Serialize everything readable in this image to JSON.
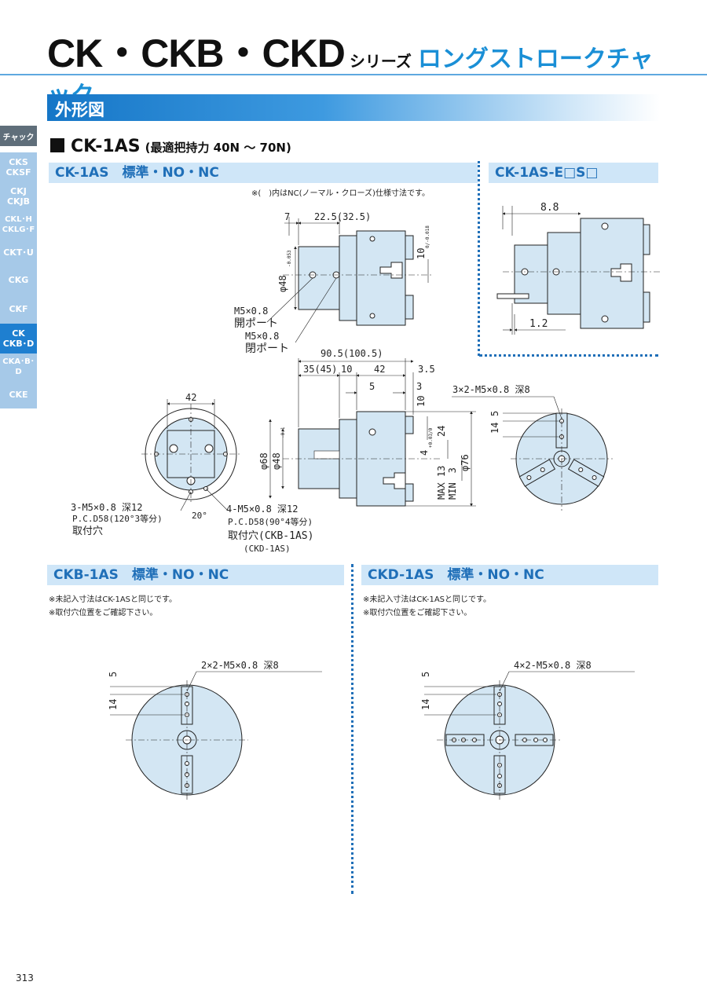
{
  "header": {
    "series": "CK・CKB・CKD",
    "series_suffix": "シリーズ",
    "product": "ロングストロークチャック"
  },
  "section_title": "外形図",
  "side_tabs": [
    "チャック",
    "CKS CKSF",
    "CKJ CKJB",
    "CKL･H CKLG･F",
    "CKT･U",
    "CKG",
    "CKF",
    "CK CKB･D",
    "CKA･B･D",
    "CKE"
  ],
  "model": {
    "name": "CK-1AS",
    "spec": "(最適把持力 40N ～ 70N)"
  },
  "blocks": {
    "ck1as": {
      "title": "CK-1AS　標準・NO・NC",
      "note": "※(　)内はNC(ノーマル・クローズ)仕様寸法です。"
    },
    "ck1ase": {
      "title": "CK-1AS-E□S□"
    },
    "ckb": {
      "title": "CKB-1AS　標準・NO・NC",
      "note1": "※未記入寸法はCK-1ASと同じです。",
      "note2": "※取付穴位置をご確認下さい。"
    },
    "ckd": {
      "title": "CKD-1AS　標準・NO・NC",
      "note1": "※未記入寸法はCK-1ASと同じです。",
      "note2": "※取付穴位置をご確認下さい。"
    }
  },
  "dims": {
    "top_7": "7",
    "top_225": "22.5(32.5)",
    "top_d48": "φ48",
    "top_d48_tol": "-0.053",
    "top_10": "10",
    "top_10_tol": "0/-0.018",
    "port_open_size": "M5×0.8",
    "port_open": "開ポート",
    "port_close_size": "M5×0.8",
    "port_close": "閉ポート",
    "e_88": "8.8",
    "e_12": "1.2",
    "len_905": "90.5(100.5)",
    "len_35": "35(45)",
    "len_10": "10",
    "len_42": "42",
    "len_35b": "3.5",
    "len_5": "5",
    "len_3": "3",
    "v_10": "10",
    "v_24": "24",
    "v_4": "4",
    "v_4_tol": "+0.03/0",
    "v_max": "MAX 13",
    "v_min": "MIN　3",
    "d68": "φ68",
    "d48b": "φ48",
    "d48b_tol": "-0.1",
    "d76": "φ76",
    "front_holes": "3×2-M5×0.8 深8",
    "front_5": "5",
    "front_14": "14",
    "rear_42": "42",
    "rear_holes3": "3-M5×0.8 深12",
    "rear_pcd3": "P.C.D58(120°3等分)",
    "rear_mount": "取付穴",
    "rear_20": "20°",
    "rear_holes4": "4-M5×0.8 深12",
    "rear_pcd4": "P.C.D58(90°4等分)",
    "rear_mount4": "取付穴(CKB-1AS)",
    "rear_mount4b": "(CKD-1AS)",
    "ckb_holes": "2×2-M5×0.8 深8",
    "ckd_holes": "4×2-M5×0.8 深8",
    "ckb_5": "5",
    "ckb_14": "14",
    "ckd_5": "5",
    "ckd_14": "14"
  },
  "page_number": "313",
  "colors": {
    "accent": "#1a8fd6",
    "part_fill": "#d3e6f3",
    "tab": "#a6c9e8",
    "tab_active": "#1e7fd0"
  }
}
